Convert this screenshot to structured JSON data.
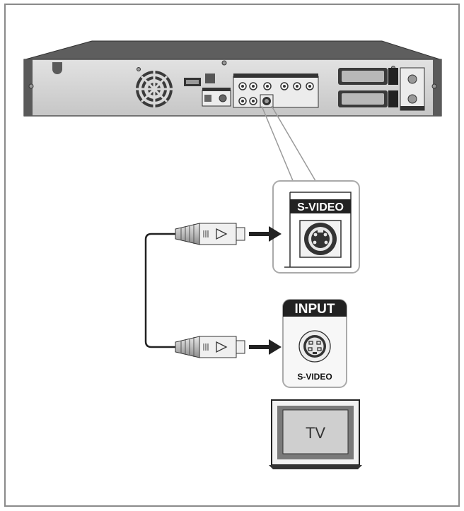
{
  "recorder": {
    "name": "recorder-rear-panel"
  },
  "zoom": {
    "svideo_label": "S-VIDEO"
  },
  "tv_input": {
    "header_label": "INPUT",
    "svideo_label": "S-VIDEO"
  },
  "tv": {
    "screen_label": "TV"
  },
  "colors": {
    "panel_dark": "#4a4a4a",
    "panel_light": "#d4d4d4",
    "label_bg": "#222222",
    "arrow": "#222222",
    "frame": "#8a8a8a"
  }
}
